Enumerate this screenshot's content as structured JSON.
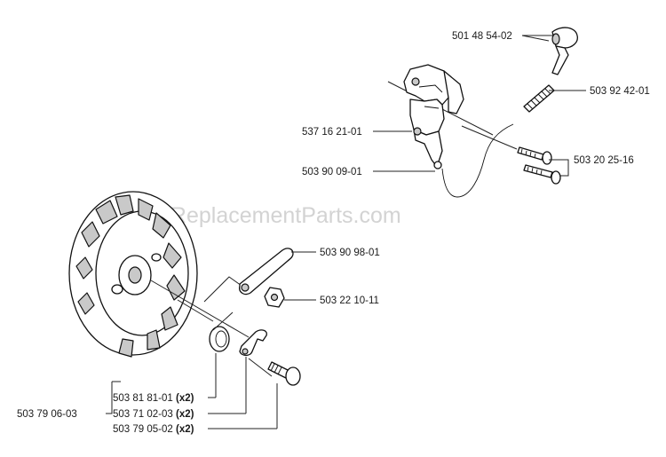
{
  "watermark": "eReplacementParts.com",
  "labels": {
    "p_501_48_54_02": "501 48 54-02",
    "p_503_92_42_01": "503 92 42-01",
    "p_537_16_21_01": "537 16 21-01",
    "p_503_90_09_01": "503 90 09-01",
    "p_503_20_25_16": "503 20 25-16",
    "p_503_90_98_01": "503 90 98-01",
    "p_503_22_10_11": "503 22 10-11",
    "p_503_79_06_03": "503 79 06-03",
    "p_503_81_81_01": "503 81 81-01",
    "p_503_71_02_03": "503 71 02-03",
    "p_503_79_05_02": "503 79 05-02",
    "qty_x2": "(x2)"
  }
}
